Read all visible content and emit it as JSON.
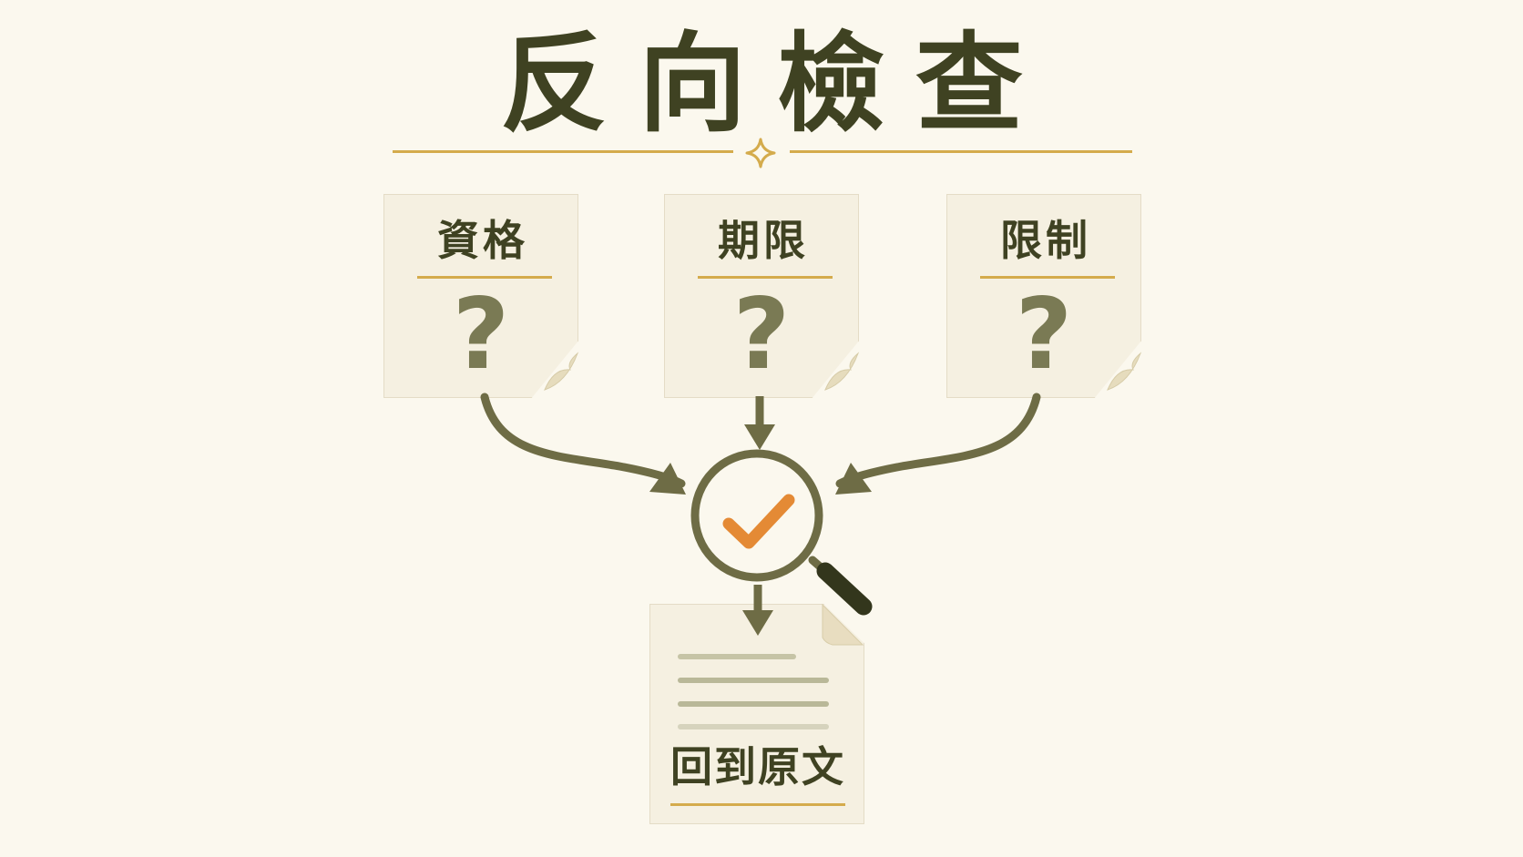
{
  "title": "反向檢查",
  "cards": [
    {
      "label": "資格",
      "mark": "?"
    },
    {
      "label": "期限",
      "mark": "?"
    },
    {
      "label": "限制",
      "mark": "?"
    }
  ],
  "document": {
    "label": "回到原文"
  },
  "icons": [
    "diamond-icon",
    "magnifier-icon",
    "checkmark-icon",
    "question-icon",
    "document-icon"
  ],
  "colors": {
    "background": "#fbf8ee",
    "text": "#3f4222",
    "arrow": "#6e6c45",
    "accent_gold": "#d4ab4c",
    "check_orange": "#e48a35",
    "handle": "#33361c"
  }
}
